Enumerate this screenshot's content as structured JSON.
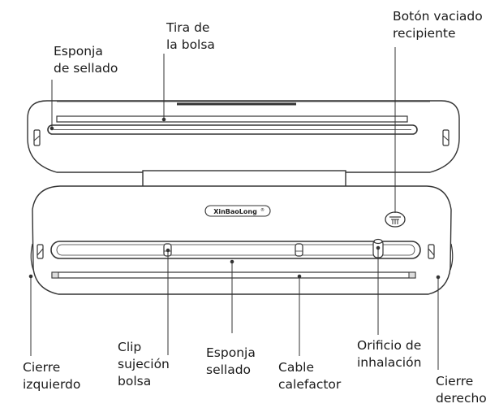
{
  "labels": {
    "tira": [
      "Tira de",
      "la bolsa"
    ],
    "esponja_top": [
      "Esponja",
      "de sellado"
    ],
    "boton": [
      "Botón vaciado",
      "recipiente"
    ],
    "clip": [
      "Clip",
      "sujeción",
      "bolsa"
    ],
    "esponja_bottom": [
      "Esponja",
      "sellado"
    ],
    "cable": [
      "Cable",
      "calefactor"
    ],
    "orificio": [
      "Orificio de",
      "inhalación"
    ],
    "cierre_izq": [
      "Cierre",
      "izquierdo"
    ],
    "cierre_der": [
      "Cierre",
      "derecho"
    ]
  },
  "brand": "XinBaoLong",
  "brand_mark": "®",
  "colors": {
    "line": "#333333",
    "fill": "#ffffff",
    "light": "#f2f2f2"
  },
  "icons": {
    "button": "drain-button-icon",
    "clip": "clip-icon",
    "latch": "latch-icon"
  }
}
